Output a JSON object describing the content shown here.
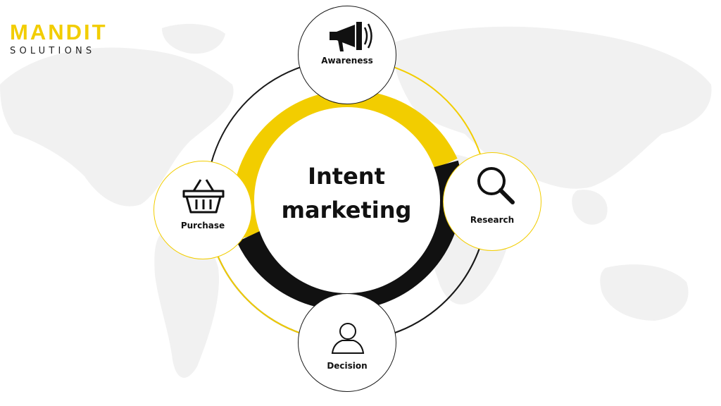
{
  "brand": {
    "name": "MANDIT",
    "tagline": "SOLUTIONS"
  },
  "colors": {
    "accent": "#F2CD00",
    "dark": "#111111",
    "map": "#f1f1f1"
  },
  "diagram": {
    "center_line1": "Intent",
    "center_line2": "marketing",
    "stages": [
      {
        "label": "Awareness",
        "icon": "megaphone-icon"
      },
      {
        "label": "Research",
        "icon": "magnifier-icon"
      },
      {
        "label": "Decision",
        "icon": "person-icon"
      },
      {
        "label": "Purchase",
        "icon": "basket-icon"
      }
    ]
  }
}
